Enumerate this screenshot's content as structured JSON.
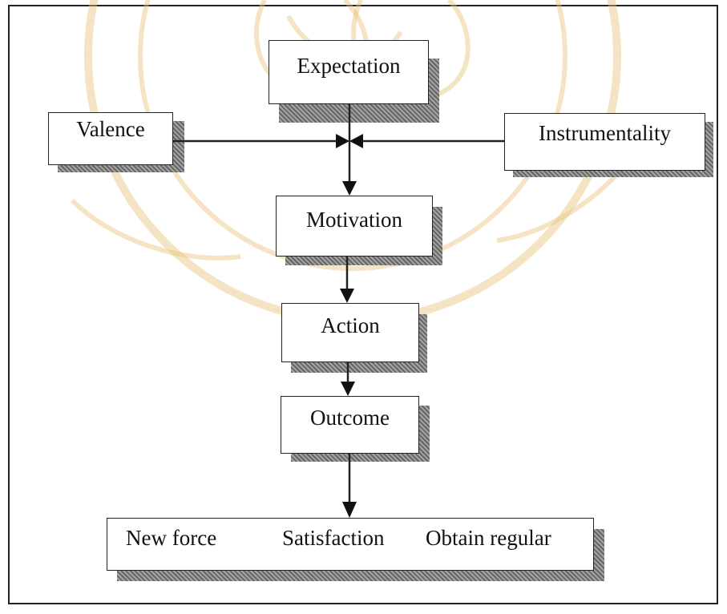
{
  "diagram": {
    "nodes": {
      "expectation": "Expectation",
      "valence": "Valence",
      "instrumentality": "Instrumentality",
      "motivation": "Motivation",
      "action": "Action",
      "outcome": "Outcome"
    },
    "results": {
      "new_force": "New force",
      "satisfaction": "Satisfaction",
      "obtain_regular": "Obtain regular"
    },
    "edges": [
      {
        "from": "expectation",
        "to": "motivation"
      },
      {
        "from": "valence",
        "to": "motivation"
      },
      {
        "from": "instrumentality",
        "to": "motivation"
      },
      {
        "from": "motivation",
        "to": "action"
      },
      {
        "from": "action",
        "to": "outcome"
      },
      {
        "from": "outcome",
        "to": "results"
      }
    ]
  },
  "colors": {
    "line": "#222222",
    "watermark": "#e9c37a"
  }
}
